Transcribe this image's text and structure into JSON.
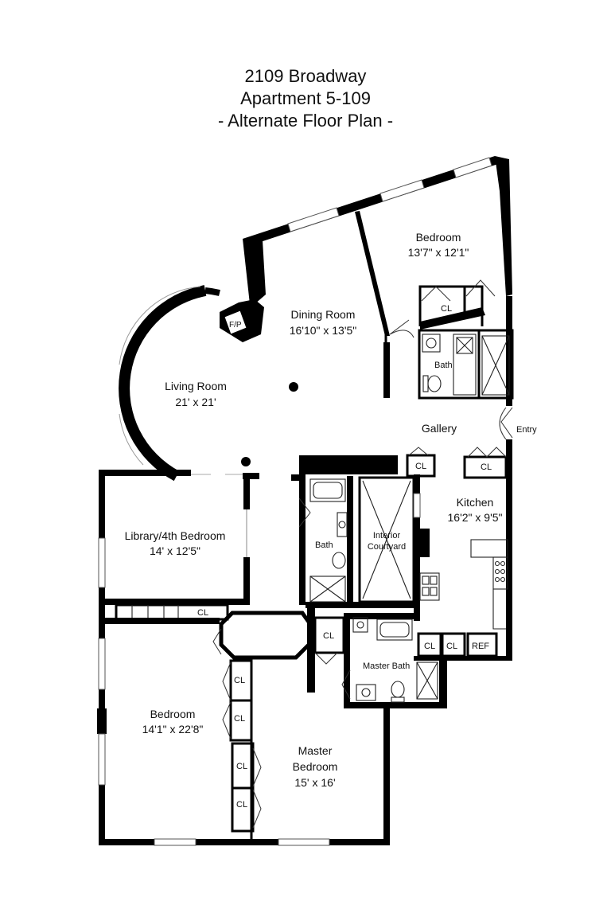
{
  "header": {
    "line1": "2109 Broadway",
    "line2": "Apartment 5-109",
    "line3": "- Alternate Floor Plan -"
  },
  "rooms": {
    "bedroom_ne": {
      "name": "Bedroom",
      "dims": "13'7\" x 12'1\""
    },
    "dining": {
      "name": "Dining Room",
      "dims": "16'10\" x 13'5\""
    },
    "living": {
      "name": "Living Room",
      "dims": "21' x 21'"
    },
    "library": {
      "name": "Library/4th Bedroom",
      "dims": "14' x 12'5\""
    },
    "kitchen": {
      "name": "Kitchen",
      "dims": "16'2\" x 9'5\""
    },
    "bedroom_sw": {
      "name": "Bedroom",
      "dims": "14'1\" x 22'8\""
    },
    "master": {
      "name_line1": "Master",
      "name_line2": "Bedroom",
      "dims": "15' x 16'"
    }
  },
  "labels": {
    "fp": "F/P",
    "gallery": "Gallery",
    "entry": "Entry",
    "bath_ne": "Bath",
    "bath_mid": "Bath",
    "courtyard_line1": "Interior",
    "courtyard_line2": "Courtyard",
    "master_bath": "Master Bath",
    "ref": "REF",
    "cl": "CL"
  }
}
